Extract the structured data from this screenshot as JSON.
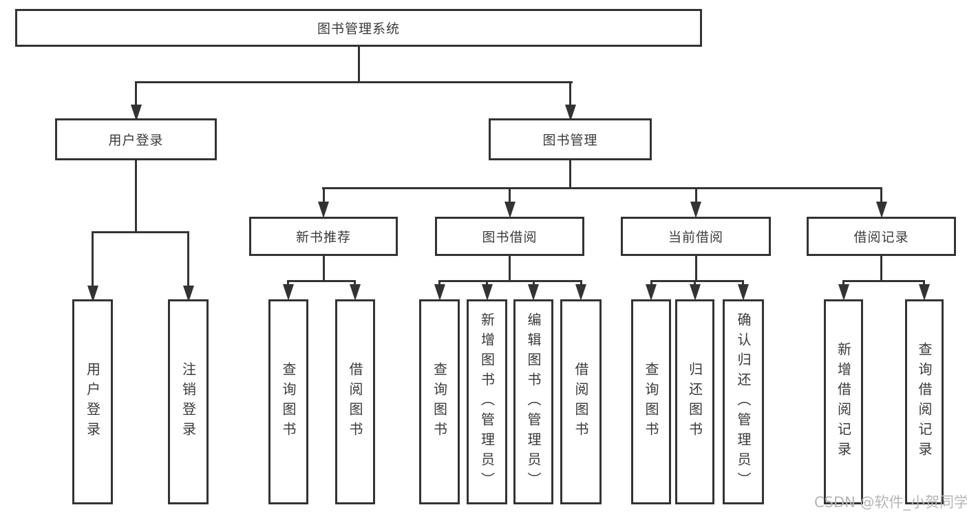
{
  "colors": {
    "line": "#333333",
    "text": "#3a3a3a",
    "watermark": "#b5b5b5",
    "background": "#ffffff"
  },
  "tree": {
    "root": {
      "label": "图书管理系统"
    },
    "branches": [
      {
        "label": "用户登录",
        "leaves": [
          {
            "label": "用户登录"
          },
          {
            "label": "注销登录"
          }
        ]
      },
      {
        "label": "图书管理",
        "groups": [
          {
            "label": "新书推荐",
            "leaves": [
              {
                "label": "查询图书"
              },
              {
                "label": "借阅图书"
              }
            ]
          },
          {
            "label": "图书借阅",
            "leaves": [
              {
                "label": "查询图书"
              },
              {
                "label": "新增图书（管理员）"
              },
              {
                "label": "编辑图书（管理员）"
              },
              {
                "label": "借阅图书"
              }
            ]
          },
          {
            "label": "当前借阅",
            "leaves": [
              {
                "label": "查询图书"
              },
              {
                "label": "归还图书"
              },
              {
                "label": "确认归还（管理员）"
              }
            ]
          },
          {
            "label": "借阅记录",
            "leaves": [
              {
                "label": "新增借阅记录"
              },
              {
                "label": "查询借阅记录"
              }
            ]
          }
        ]
      }
    ]
  },
  "watermark": {
    "text": "CSDN @软件_小贺同学"
  }
}
